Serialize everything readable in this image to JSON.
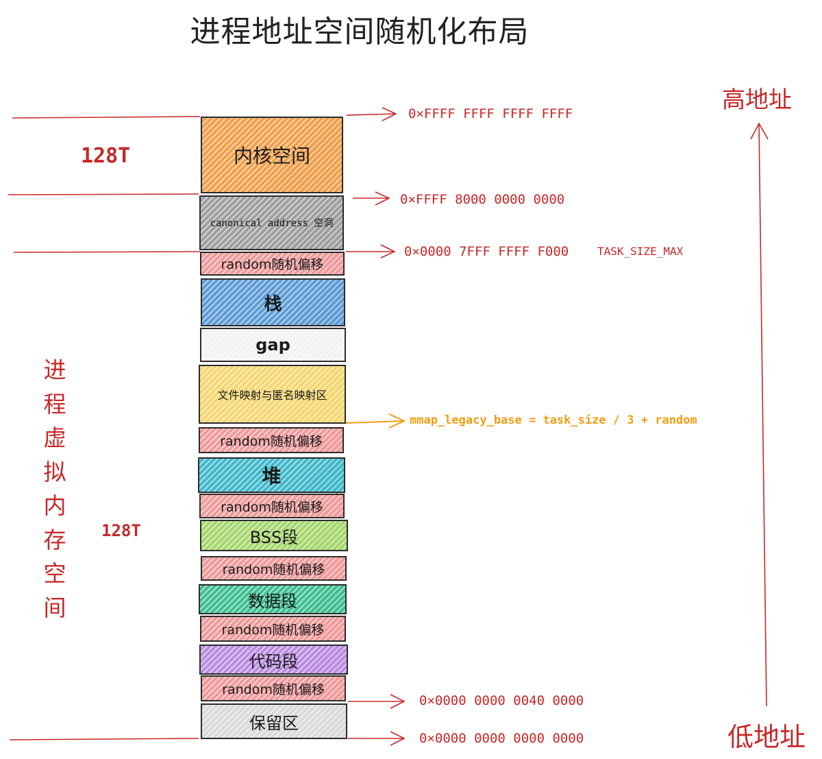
{
  "title": "进程地址空间随机化布局",
  "side_labels": {
    "high": "高地址",
    "low": "低地址",
    "kernel_size": "128T",
    "user_size": "128T",
    "vertical_text": [
      "进",
      "程",
      "虚",
      "拟",
      "内",
      "存",
      "空",
      "间"
    ]
  },
  "segments": [
    {
      "label": "内核空间",
      "color": "#f0a04b"
    },
    {
      "label": "canonical address 空洞",
      "color": "#9e9e9e"
    },
    {
      "label": "random随机偏移",
      "color": "#ef9a9a"
    },
    {
      "label": "栈",
      "color": "#5b9bd5"
    },
    {
      "label": "gap",
      "color": "#f2f2f2"
    },
    {
      "label": "文件映射与匿名映射区",
      "color": "#f5d76e"
    },
    {
      "label": "random随机偏移",
      "color": "#ef9a9a"
    },
    {
      "label": "堆",
      "color": "#3fb8c9"
    },
    {
      "label": "random随机偏移",
      "color": "#ef9a9a"
    },
    {
      "label": "BSS段",
      "color": "#a5d66b"
    },
    {
      "label": "random随机偏移",
      "color": "#ef9a9a"
    },
    {
      "label": "数据段",
      "color": "#3dbf8f"
    },
    {
      "label": "random随机偏移",
      "color": "#ef9a9a"
    },
    {
      "label": "代码段",
      "color": "#b98be0"
    },
    {
      "label": "random随机偏移",
      "color": "#ef9a9a"
    },
    {
      "label": "保留区",
      "color": "#d9d9d9"
    }
  ],
  "addresses": [
    {
      "text": "0×FFFF FFFF FFFF FFFF"
    },
    {
      "text": "0×FFFF 8000 0000 0000"
    },
    {
      "text": "0×0000 7FFF FFFF F000"
    },
    {
      "text": "0×0000 0000 0040 0000"
    },
    {
      "text": "0×0000 0000 0000 0000"
    }
  ],
  "task_size_label": "TASK_SIZE_MAX",
  "mmap_annotation": "mmap_legacy_base = task_size / 3 + random",
  "colors": {
    "annotation_red": "#c62828",
    "mmap_orange": "#f39c12"
  }
}
